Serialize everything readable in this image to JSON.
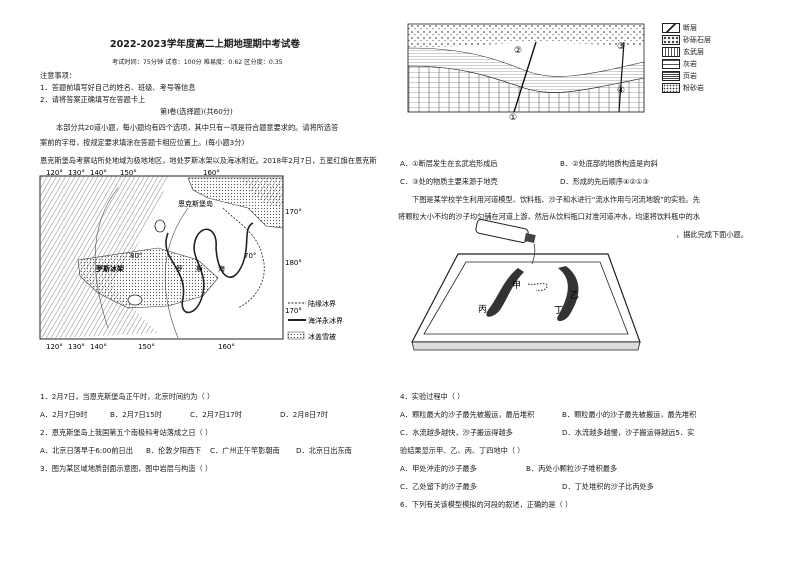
{
  "header": {
    "title": "2022-2023学年度高二上期地理期中考试卷",
    "meta": "考试时间：75分钟 试卷：100分   难易度：0.62 区分度：0.35"
  },
  "notes": {
    "heading": "注意事项：",
    "items": [
      "1．答题前填写好自己的姓名、班级、考号等信息",
      "2．请将答案正确填写在答题卡上"
    ]
  },
  "section": {
    "heading": "第Ⅰ卷(选择题)(共60分)",
    "intro_1": "本部分共20道小题，每小题均有四个选项，其中只有一项是符合题意要求的。请将所选答",
    "intro_2": "案前的字母，按规定要求填涂在答题卡相应位置上。(每小题3分)",
    "passage_1": "恩克斯堡岛考察站所处地域为极地地区，地处罗斯冰架以及海冰附近。2018年2月7日，五星红旗在恩克斯",
    "passage_2": ""
  },
  "map": {
    "top_lons": [
      "120°",
      "130°",
      "140°",
      "150°",
      "160°"
    ],
    "bottom_lons": [
      "120°",
      "130°",
      "140°",
      "150°",
      "160°"
    ],
    "lat_labels": [
      "170°",
      "180°",
      "170°"
    ],
    "island": "恩克斯堡岛",
    "lat_80": "80°",
    "lat_70": "70°",
    "ice_shelf": "罗斯冰架",
    "sea_1": "罗",
    "sea_2": "斯",
    "sea_3": "海",
    "legend": [
      "陆缘冰界",
      "海洋永冰界",
      "冰盖雪被"
    ]
  },
  "geo_legend": [
    "断层",
    "砂砾石层",
    "玄武层",
    "灰岩",
    "页岩",
    "粉砂岩"
  ],
  "geo_markers": [
    "①",
    "②",
    "③",
    "④"
  ],
  "q1": {
    "stem": "1．2月7日，当恩克斯堡岛正午时，北京时间约为（ ）",
    "options": [
      "A．2月7日9时",
      "B．2月7日15时",
      "C．2月7日17时",
      "D．2月8日7时"
    ]
  },
  "q2": {
    "stem": "2．恩克斯堡岛上我国第五个南极科考站落成之日（ ）",
    "options": [
      "A．北京日落早于6:00前日出",
      "B．伦敦夕阳西下",
      "C．广州正午竿影朝南",
      "D．北京日出东南"
    ]
  },
  "q3": {
    "stem": "3．图为某区域地质剖面示意图，图中岩层与构造（ ）"
  },
  "geo_options": [
    "A．①断层发生在玄武岩形成后",
    "B．②处底部的地质构造是向斜",
    "C．③处的物质主要来源于地壳",
    "D．形成的先后顺序④②①③"
  ],
  "experiment": {
    "line_1": "下图是某学校学生利用河道模型、饮料瓶、沙子和水进行“流水作用与河流地貌”的实验。先",
    "line_2": "将颗粒大小不均的沙子均匀铺在河道上游，然后从饮料瓶口对准河道冲水，均速将饮料瓶中的水",
    "line_3": "，据此完成下面小题。",
    "labels": [
      "甲",
      "乙",
      "丙",
      "丁"
    ]
  },
  "q4": {
    "stem": "4．实验过程中（ ）",
    "options": [
      "A．颗粒最大的沙子最先被搬运，最后堆积",
      "B．颗粒最小的沙子最先被搬运，最先堆积",
      "C．水流越多越快，沙子搬运得越多",
      "D．水流越多越慢，沙子搬运得越远5．实"
    ],
    "cont": "验结果显示甲、乙、丙、丁四地中（ ）"
  },
  "q5": {
    "options": [
      "A．甲处沖走的沙子最多",
      "B．丙处小颗粒沙子堆积最多",
      "C．乙处留下的沙子最多",
      "D．丁处堆积的沙子比丙处多"
    ]
  },
  "q6": {
    "stem": "6．下列有关该模型模拟的河段的叙述，正确的是（ ）"
  }
}
